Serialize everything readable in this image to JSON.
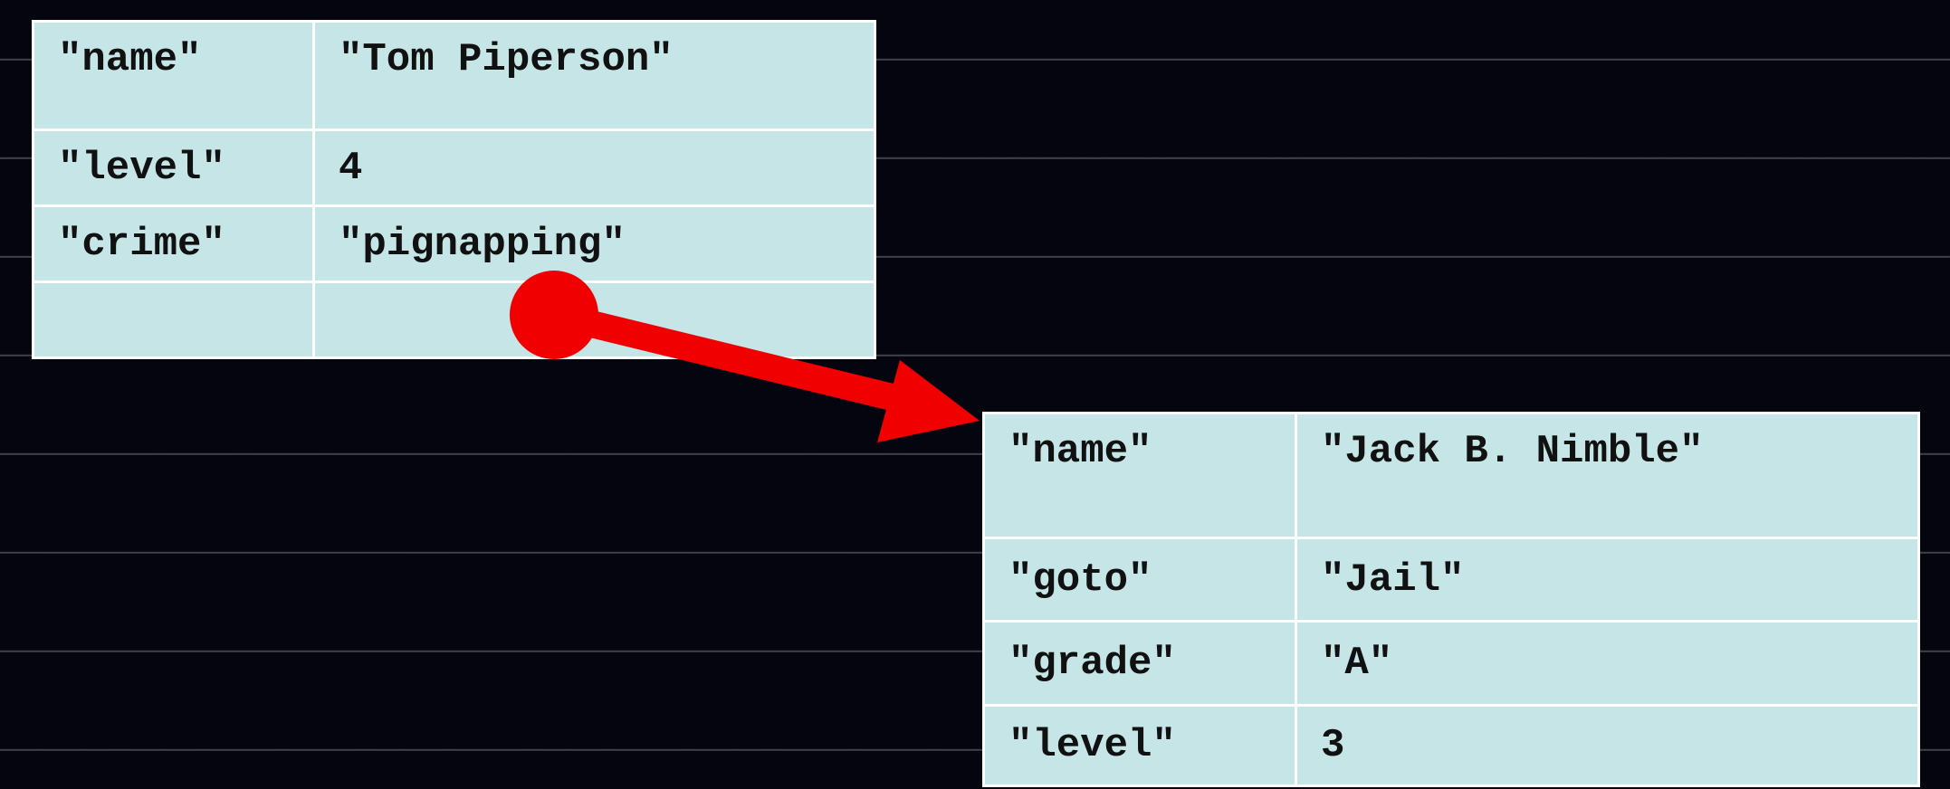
{
  "records": [
    {
      "rows": [
        {
          "key": "\"name\"",
          "value": "\"Tom Piperson\""
        },
        {
          "key": "\"level\"",
          "value": "4"
        },
        {
          "key": "\"crime\"",
          "value": "\"pignapping\""
        },
        {
          "key": "",
          "value": ""
        }
      ]
    },
    {
      "rows": [
        {
          "key": "\"name\"",
          "value": "\"Jack B. Nimble\""
        },
        {
          "key": "\"goto\"",
          "value": "\"Jail\""
        },
        {
          "key": "\"grade\"",
          "value": "\"A\""
        },
        {
          "key": "\"level\"",
          "value": "3"
        }
      ]
    }
  ],
  "colors": {
    "background": "#05050f",
    "cell": "#c5e5e7",
    "grid": "#ffffff",
    "arrow": "#f00000"
  }
}
